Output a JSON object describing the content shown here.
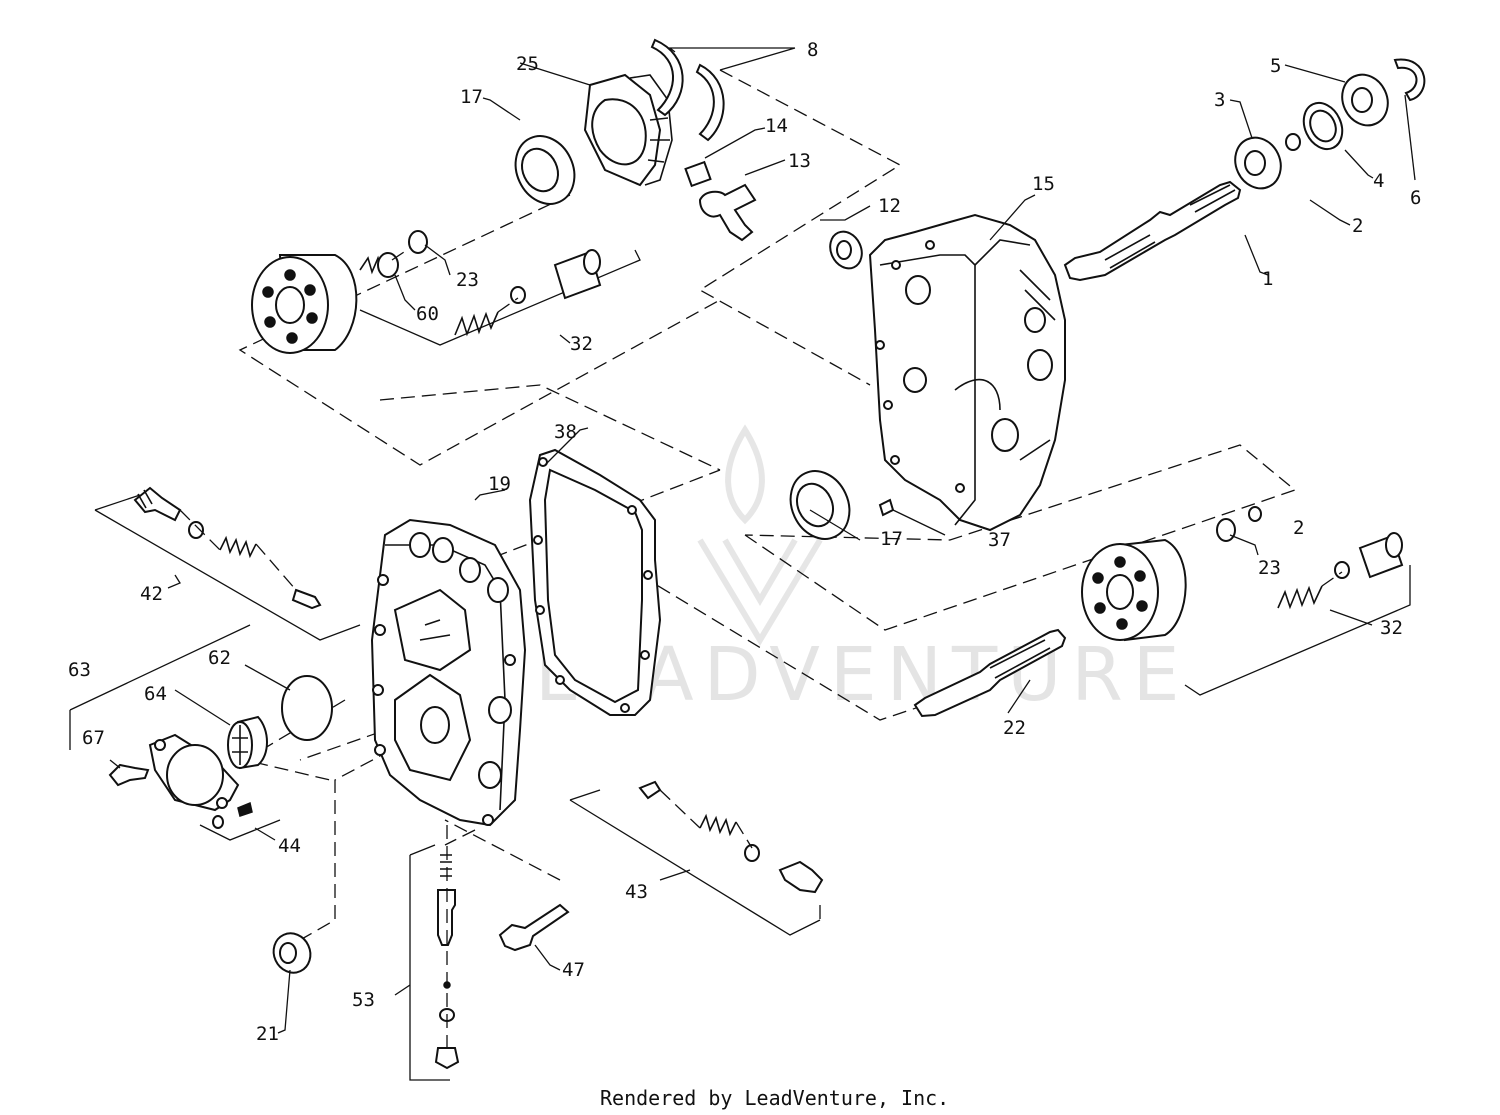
{
  "diagram": {
    "callouts": [
      "1",
      "2",
      "2",
      "3",
      "4",
      "5",
      "6",
      "8",
      "12",
      "13",
      "14",
      "15",
      "17",
      "17",
      "19",
      "21",
      "22",
      "23",
      "23",
      "25",
      "32",
      "32",
      "37",
      "38",
      "42",
      "43",
      "44",
      "47",
      "53",
      "60",
      "62",
      "63",
      "64",
      "67"
    ],
    "watermark": "LEADVENTURE",
    "credit": "Rendered by LeadVenture, Inc."
  }
}
